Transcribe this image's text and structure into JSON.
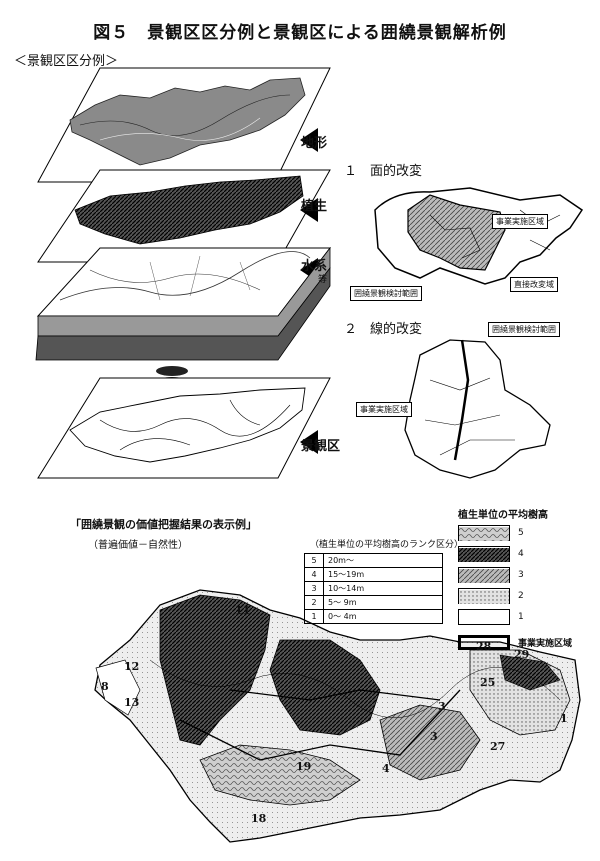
{
  "title": "図５　景観区区分例と景観区による囲繞景観解析例",
  "section1": {
    "heading": "＜景観区区分例＞"
  },
  "layers": {
    "terrain": "地形",
    "vegetation": "植生",
    "water": "水系",
    "water_suffix": "等",
    "landscape_zone": "景観区"
  },
  "surface_mod": {
    "heading": "１　面的改変",
    "project_area": "事業実施区域",
    "survey_area": "囲繞景観検討範囲",
    "direct_mod": "直接改変域"
  },
  "linear_mod": {
    "heading": "２　線的改変",
    "survey_area": "囲繞景観検討範囲",
    "project_area": "事業実施区域"
  },
  "section2": {
    "heading": "「囲繞景観の価値把握結果の表示例」",
    "sub": "（普遍価値－自然性）"
  },
  "rank_table": {
    "caption": "（植生単位の平均樹高のランク区分）",
    "rows": [
      {
        "rank": "5",
        "range": "20m～"
      },
      {
        "rank": "4",
        "range": "15～19m"
      },
      {
        "rank": "3",
        "range": "10～14m"
      },
      {
        "rank": "2",
        "range": "5～ 9m"
      },
      {
        "rank": "1",
        "range": "0～ 4m"
      }
    ]
  },
  "legend": {
    "title": "植生単位の平均樹高",
    "items": [
      {
        "label": "5",
        "level": 5
      },
      {
        "label": "4",
        "level": 4
      },
      {
        "label": "3",
        "level": 3
      },
      {
        "label": "2",
        "level": 2
      },
      {
        "label": "1",
        "level": 1
      }
    ],
    "project_area": "事業実施区域"
  },
  "map_labels": [
    "11",
    "12",
    "8",
    "13",
    "28",
    "29",
    "25",
    "3",
    "3",
    "19",
    "4",
    "27",
    "18",
    "1"
  ]
}
